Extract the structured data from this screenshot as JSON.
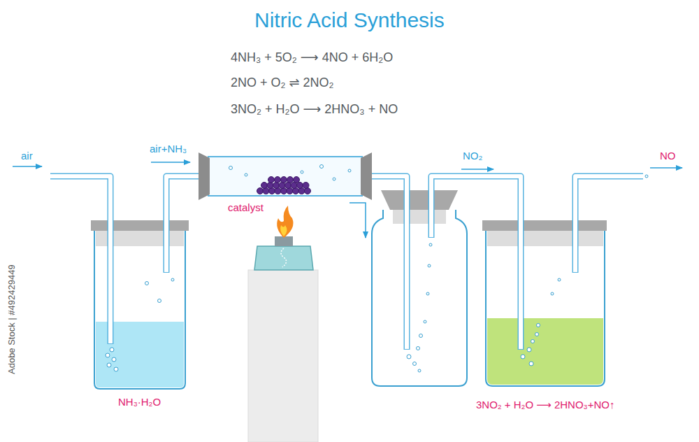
{
  "diagram": {
    "title": "Nitric Acid Synthesis",
    "labels": [
      "4NH₃ + 5O₂ ⟶ 4NO + 6H₂O",
      "2NO + O₂ ⇌ 2NO₂",
      "3NO₂ + H₂O ⟶ 2HNO₃ + NO",
      "air",
      "air+NH₃",
      "catalyst",
      "NO₂",
      "NO",
      "NH₃·H₂O",
      "3NO₂ + H₂O ⟶ 2HNO₃+NO↑",
      "Adobe Stock | #492429449"
    ]
  }
}
